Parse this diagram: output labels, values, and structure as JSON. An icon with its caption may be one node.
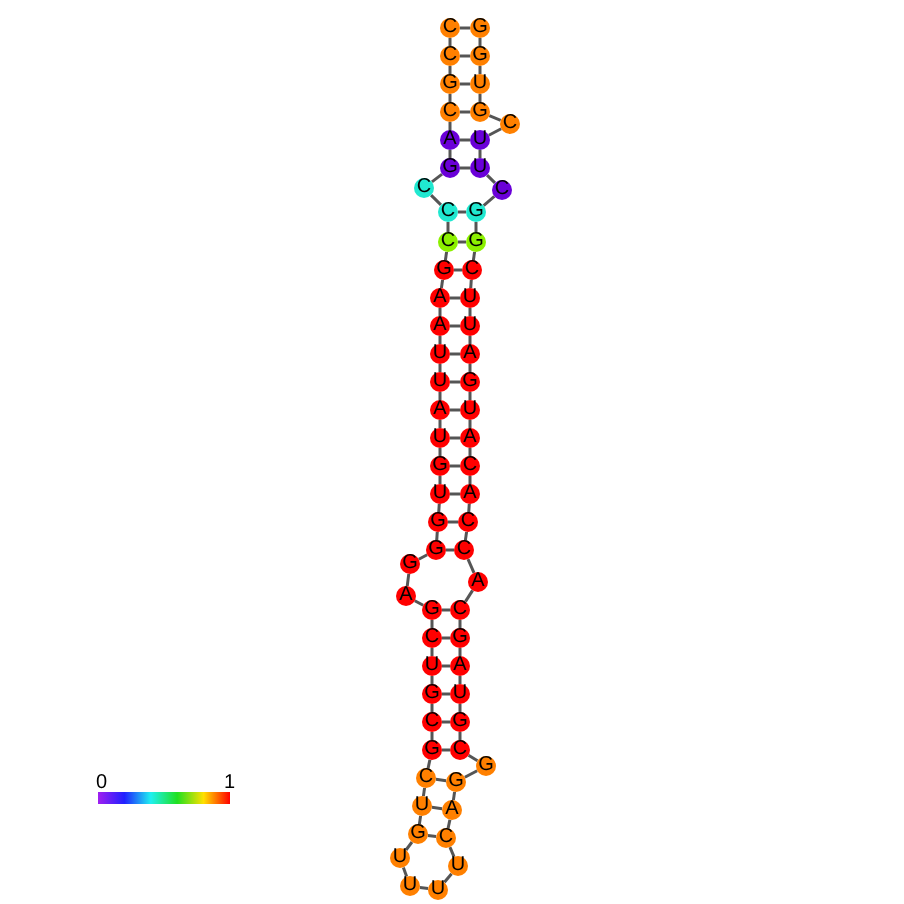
{
  "diagram": {
    "nodes": [
      {
        "text": [
          "C"
        ]
      },
      {
        "text": [
          "C"
        ]
      },
      {
        "text": [
          "G"
        ]
      },
      {
        "text": [
          "C"
        ]
      },
      {
        "text": [
          "A"
        ]
      },
      {
        "text": [
          "G"
        ]
      },
      {
        "text": [
          "C"
        ]
      },
      {
        "text": [
          "C"
        ]
      },
      {
        "text": [
          "C"
        ]
      },
      {
        "text": [
          "G"
        ]
      },
      {
        "text": [
          "A"
        ]
      },
      {
        "text": [
          "A"
        ]
      },
      {
        "text": [
          "U"
        ]
      },
      {
        "text": [
          "U"
        ]
      },
      {
        "text": [
          "A"
        ]
      },
      {
        "text": [
          "U"
        ]
      },
      {
        "text": [
          "G"
        ]
      },
      {
        "text": [
          "U"
        ]
      },
      {
        "text": [
          "G"
        ]
      },
      {
        "text": [
          "G"
        ]
      },
      {
        "text": [
          "G"
        ]
      },
      {
        "text": [
          "A"
        ]
      },
      {
        "text": [
          "G"
        ]
      },
      {
        "text": [
          "C"
        ]
      },
      {
        "text": [
          "U"
        ]
      },
      {
        "text": [
          "G"
        ]
      },
      {
        "text": [
          "C"
        ]
      },
      {
        "text": [
          "G"
        ]
      },
      {
        "text": [
          "C"
        ]
      },
      {
        "text": [
          "U"
        ]
      },
      {
        "text": [
          "G"
        ]
      },
      {
        "text": [
          "U"
        ]
      },
      {
        "text": [
          "U"
        ]
      },
      {
        "text": [
          "U"
        ]
      },
      {
        "text": [
          "U"
        ]
      },
      {
        "text": [
          "C"
        ]
      },
      {
        "text": [
          "A"
        ]
      },
      {
        "text": [
          "G"
        ]
      },
      {
        "text": [
          "G"
        ]
      },
      {
        "text": [
          "C"
        ]
      },
      {
        "text": [
          "G"
        ]
      },
      {
        "text": [
          "U"
        ]
      },
      {
        "text": [
          "A"
        ]
      },
      {
        "text": [
          "G"
        ]
      },
      {
        "text": [
          "C"
        ]
      },
      {
        "text": [
          "A"
        ]
      },
      {
        "text": [
          "C"
        ]
      },
      {
        "text": [
          "C"
        ]
      },
      {
        "text": [
          "A"
        ]
      },
      {
        "text": [
          "C"
        ]
      },
      {
        "text": [
          "A"
        ]
      },
      {
        "text": [
          "U"
        ]
      },
      {
        "text": [
          "G"
        ]
      },
      {
        "text": [
          "A"
        ]
      },
      {
        "text": [
          "U"
        ]
      },
      {
        "text": [
          "U"
        ]
      },
      {
        "text": [
          "C"
        ]
      },
      {
        "text": [
          "G"
        ]
      },
      {
        "text": [
          "G"
        ]
      },
      {
        "text": [
          "C"
        ]
      },
      {
        "text": [
          "U"
        ]
      },
      {
        "text": [
          "U"
        ]
      },
      {
        "text": [
          "C"
        ]
      },
      {
        "text": [
          "G"
        ]
      },
      {
        "text": [
          "U"
        ]
      },
      {
        "text": [
          "G"
        ]
      },
      {
        "text": [
          "G"
        ]
      }
    ],
    "edges": [
      {
        "from": 0,
        "to": 1,
        "arrow": "none"
      },
      {
        "from": 1,
        "to": 2,
        "arrow": "none"
      },
      {
        "from": 2,
        "to": 3,
        "arrow": "none"
      },
      {
        "from": 3,
        "to": 4,
        "arrow": "none"
      },
      {
        "from": 4,
        "to": 5,
        "arrow": "none"
      },
      {
        "from": 5,
        "to": 6,
        "arrow": "none"
      },
      {
        "from": 6,
        "to": 7,
        "arrow": "none"
      },
      {
        "from": 7,
        "to": 8,
        "arrow": "none"
      },
      {
        "from": 8,
        "to": 9,
        "arrow": "none"
      },
      {
        "from": 9,
        "to": 10,
        "arrow": "none"
      },
      {
        "from": 10,
        "to": 11,
        "arrow": "none"
      },
      {
        "from": 11,
        "to": 12,
        "arrow": "none"
      },
      {
        "from": 12,
        "to": 13,
        "arrow": "none"
      },
      {
        "from": 13,
        "to": 14,
        "arrow": "none"
      },
      {
        "from": 14,
        "to": 15,
        "arrow": "none"
      },
      {
        "from": 15,
        "to": 16,
        "arrow": "none"
      },
      {
        "from": 16,
        "to": 17,
        "arrow": "none"
      },
      {
        "from": 17,
        "to": 18,
        "arrow": "none"
      },
      {
        "from": 18,
        "to": 19,
        "arrow": "none"
      },
      {
        "from": 19,
        "to": 20,
        "arrow": "none"
      },
      {
        "from": 20,
        "to": 21,
        "arrow": "none"
      },
      {
        "from": 21,
        "to": 22,
        "arrow": "none"
      },
      {
        "from": 22,
        "to": 23,
        "arrow": "none"
      },
      {
        "from": 23,
        "to": 24,
        "arrow": "none"
      },
      {
        "from": 24,
        "to": 25,
        "arrow": "none"
      },
      {
        "from": 25,
        "to": 26,
        "arrow": "none"
      },
      {
        "from": 26,
        "to": 27,
        "arrow": "none"
      },
      {
        "from": 27,
        "to": 28,
        "arrow": "none"
      },
      {
        "from": 28,
        "to": 29,
        "arrow": "none"
      },
      {
        "from": 29,
        "to": 30,
        "arrow": "none"
      },
      {
        "from": 30,
        "to": 31,
        "arrow": "none"
      },
      {
        "from": 31,
        "to": 32,
        "arrow": "none"
      },
      {
        "from": 32,
        "to": 33,
        "arrow": "none"
      },
      {
        "from": 33,
        "to": 34,
        "arrow": "none"
      },
      {
        "from": 34,
        "to": 35,
        "arrow": "none"
      },
      {
        "from": 35,
        "to": 36,
        "arrow": "none"
      },
      {
        "from": 36,
        "to": 37,
        "arrow": "none"
      },
      {
        "from": 37,
        "to": 38,
        "arrow": "none"
      },
      {
        "from": 38,
        "to": 39,
        "arrow": "none"
      },
      {
        "from": 39,
        "to": 40,
        "arrow": "none"
      },
      {
        "from": 40,
        "to": 41,
        "arrow": "none"
      },
      {
        "from": 41,
        "to": 42,
        "arrow": "none"
      },
      {
        "from": 42,
        "to": 43,
        "arrow": "none"
      },
      {
        "from": 43,
        "to": 44,
        "arrow": "none"
      },
      {
        "from": 44,
        "to": 45,
        "arrow": "none"
      },
      {
        "from": 45,
        "to": 46,
        "arrow": "none"
      },
      {
        "from": 46,
        "to": 47,
        "arrow": "none"
      },
      {
        "from": 47,
        "to": 48,
        "arrow": "none"
      },
      {
        "from": 48,
        "to": 49,
        "arrow": "none"
      },
      {
        "from": 49,
        "to": 50,
        "arrow": "none"
      },
      {
        "from": 50,
        "to": 51,
        "arrow": "none"
      },
      {
        "from": 51,
        "to": 52,
        "arrow": "none"
      },
      {
        "from": 52,
        "to": 53,
        "arrow": "none"
      },
      {
        "from": 53,
        "to": 54,
        "arrow": "none"
      },
      {
        "from": 54,
        "to": 55,
        "arrow": "none"
      },
      {
        "from": 55,
        "to": 56,
        "arrow": "none"
      },
      {
        "from": 56,
        "to": 57,
        "arrow": "none"
      },
      {
        "from": 57,
        "to": 58,
        "arrow": "none"
      },
      {
        "from": 58,
        "to": 59,
        "arrow": "none"
      },
      {
        "from": 59,
        "to": 60,
        "arrow": "none"
      },
      {
        "from": 60,
        "to": 61,
        "arrow": "none"
      },
      {
        "from": 61,
        "to": 62,
        "arrow": "none"
      },
      {
        "from": 62,
        "to": 63,
        "arrow": "none"
      },
      {
        "from": 63,
        "to": 64,
        "arrow": "none"
      },
      {
        "from": 64,
        "to": 65,
        "arrow": "none"
      },
      {
        "from": 65,
        "to": 66,
        "arrow": "none"
      },
      {
        "from": 0,
        "to": 66,
        "arrow": "none"
      },
      {
        "from": 1,
        "to": 65,
        "arrow": "none"
      },
      {
        "from": 2,
        "to": 64,
        "arrow": "none"
      },
      {
        "from": 3,
        "to": 63,
        "arrow": "none"
      },
      {
        "from": 4,
        "to": 61,
        "arrow": "none"
      },
      {
        "from": 5,
        "to": 60,
        "arrow": "none"
      },
      {
        "from": 7,
        "to": 58,
        "arrow": "none"
      },
      {
        "from": 8,
        "to": 57,
        "arrow": "none"
      },
      {
        "from": 9,
        "to": 56,
        "arrow": "none"
      },
      {
        "from": 10,
        "to": 55,
        "arrow": "none"
      },
      {
        "from": 11,
        "to": 54,
        "arrow": "none"
      },
      {
        "from": 12,
        "to": 53,
        "arrow": "none"
      },
      {
        "from": 13,
        "to": 52,
        "arrow": "none"
      },
      {
        "from": 14,
        "to": 51,
        "arrow": "none"
      },
      {
        "from": 15,
        "to": 50,
        "arrow": "none"
      },
      {
        "from": 16,
        "to": 49,
        "arrow": "none"
      },
      {
        "from": 17,
        "to": 48,
        "arrow": "none"
      },
      {
        "from": 18,
        "to": 47,
        "arrow": "none"
      },
      {
        "from": 19,
        "to": 46,
        "arrow": "none"
      },
      {
        "from": 22,
        "to": 44,
        "arrow": "none"
      },
      {
        "from": 23,
        "to": 43,
        "arrow": "none"
      },
      {
        "from": 24,
        "to": 42,
        "arrow": "none"
      },
      {
        "from": 25,
        "to": 41,
        "arrow": "none"
      },
      {
        "from": 26,
        "to": 40,
        "arrow": "none"
      },
      {
        "from": 27,
        "to": 39,
        "arrow": "none"
      },
      {
        "from": 28,
        "to": 37,
        "arrow": "none"
      },
      {
        "from": 29,
        "to": 36,
        "arrow": "none"
      },
      {
        "from": 30,
        "to": 35,
        "arrow": "none"
      }
    ],
    "labels": [
      "0",
      "1"
    ]
  }
}
